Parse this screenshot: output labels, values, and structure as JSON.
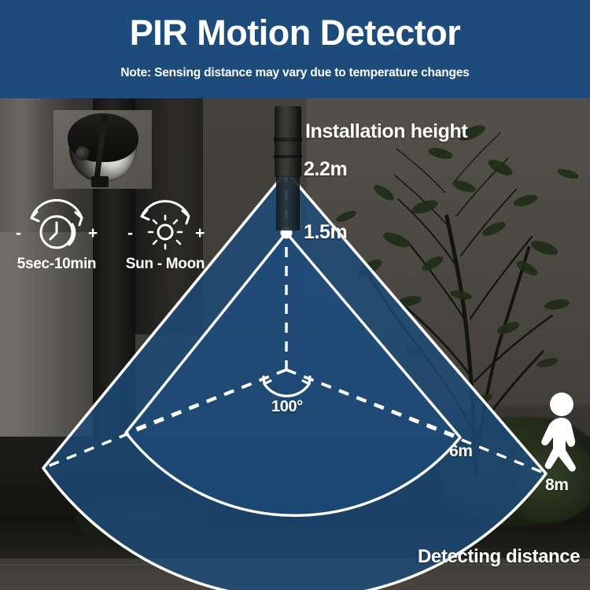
{
  "header": {
    "title": "PIR Motion Detector",
    "note": "Note: Sensing distance may vary due to temperature changes",
    "bg_color": "#1d4c7c",
    "text_color": "#ffffff"
  },
  "features": [
    {
      "id": "timer",
      "icon": "timer-clock-icon",
      "minus": "-",
      "plus": "+",
      "label": "5sec-10min"
    },
    {
      "id": "lux",
      "icon": "sun-daylight-icon",
      "minus": "-",
      "plus": "+",
      "label": "Sun - Moon"
    }
  ],
  "device": {
    "name": "pir-sensor-dome",
    "inset_label": ""
  },
  "diagram": {
    "installation_height_label": "Installation height",
    "height_top": "2.2m",
    "height_lower": "1.5m",
    "angle": "100°",
    "range_inner": "6m",
    "range_outer": "8m",
    "detecting_distance_label": "Detecting distance",
    "cone_fill_color": "#1d4c7c",
    "cone_line_color": "#ffffff",
    "pedestrian_icon": "walking-person-icon"
  },
  "chart_data": {
    "type": "diagram",
    "title": "PIR Motion Detector coverage",
    "mount_height_m": 2.2,
    "sensor_height_m": 1.5,
    "detection_angle_deg": 100,
    "inner_range_m": 6,
    "outer_range_m": 8,
    "annotations": [
      {
        "label": "Installation height",
        "value": ""
      },
      {
        "label": "2.2m",
        "value": 2.2
      },
      {
        "label": "1.5m",
        "value": 1.5
      },
      {
        "label": "100°",
        "value": 100
      },
      {
        "label": "6m",
        "value": 6
      },
      {
        "label": "8m",
        "value": 8
      },
      {
        "label": "Detecting distance",
        "value": ""
      }
    ]
  }
}
